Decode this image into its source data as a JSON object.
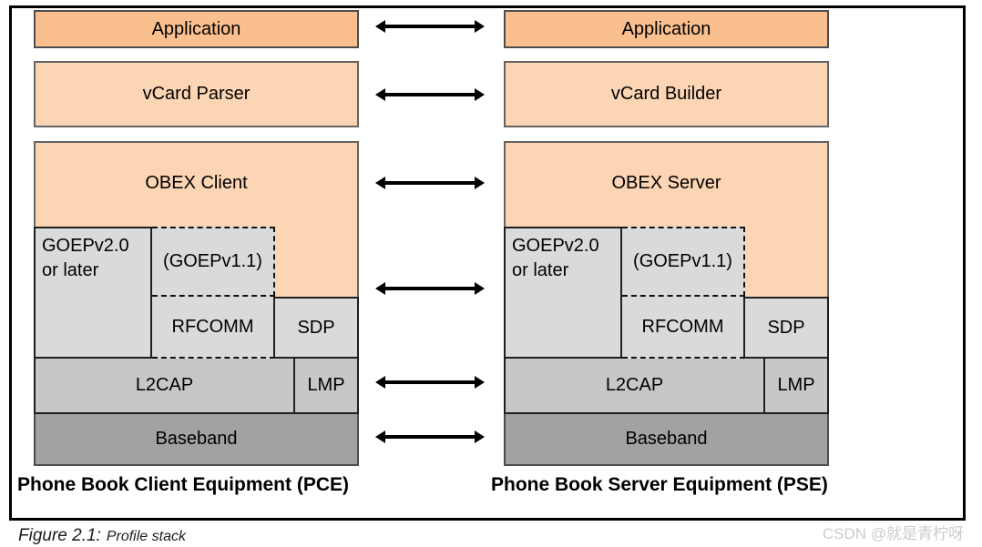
{
  "figure": {
    "caption": {
      "label": "Figure 2.1:",
      "title": "Profile stack"
    },
    "watermark": "CSDN @就是青柠呀"
  },
  "arrows": {
    "icon": "double-headed-arrow",
    "count": 6
  },
  "colors": {
    "layer_orange_dark": "#FABF8F",
    "layer_orange_light": "#FCD5B4",
    "layer_gray_light": "#DADADA",
    "layer_gray_mid": "#C7C7C7",
    "layer_gray_dark": "#A2A2A2",
    "arrow_black": "#000000",
    "watermark_gray": "#C9CDD1"
  },
  "stacks": [
    {
      "caption": "Phone Book Client Equipment (PCE)",
      "layers": {
        "application": "Application",
        "vcard": "vCard Parser",
        "obex": "OBEX Client",
        "goep2_lines": [
          "GOEPv2.0",
          "or later"
        ],
        "goep1": "(GOEPv1.1)",
        "rfcomm": "RFCOMM",
        "sdp": "SDP",
        "l2cap": "L2CAP",
        "lmp": "LMP",
        "baseband": "Baseband"
      }
    },
    {
      "caption": "Phone Book Server Equipment (PSE)",
      "layers": {
        "application": "Application",
        "vcard": "vCard Builder",
        "obex": "OBEX Server",
        "goep2_lines": [
          "GOEPv2.0",
          "or later"
        ],
        "goep1": "(GOEPv1.1)",
        "rfcomm": "RFCOMM",
        "sdp": "SDP",
        "l2cap": "L2CAP",
        "lmp": "LMP",
        "baseband": "Baseband"
      }
    }
  ]
}
